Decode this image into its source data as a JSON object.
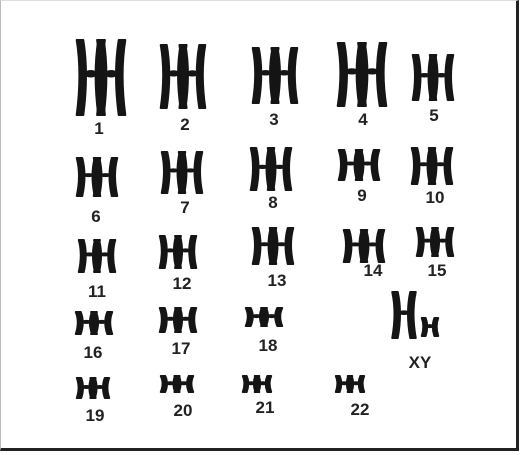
{
  "title": "",
  "colors": {
    "chromosome": "#151515",
    "label": "#222222",
    "frame": "#222222"
  },
  "karyotype": {
    "chromosomes": [
      {
        "label": "1"
      },
      {
        "label": "2"
      },
      {
        "label": "3"
      },
      {
        "label": "4"
      },
      {
        "label": "5"
      },
      {
        "label": "6"
      },
      {
        "label": "7"
      },
      {
        "label": "8"
      },
      {
        "label": "9"
      },
      {
        "label": "10"
      },
      {
        "label": "11"
      },
      {
        "label": "12"
      },
      {
        "label": "13"
      },
      {
        "label": "14"
      },
      {
        "label": "15"
      },
      {
        "label": "16"
      },
      {
        "label": "17"
      },
      {
        "label": "18"
      },
      {
        "label": "XY"
      },
      {
        "label": "19"
      },
      {
        "label": "20"
      },
      {
        "label": "21"
      },
      {
        "label": "22"
      }
    ]
  }
}
